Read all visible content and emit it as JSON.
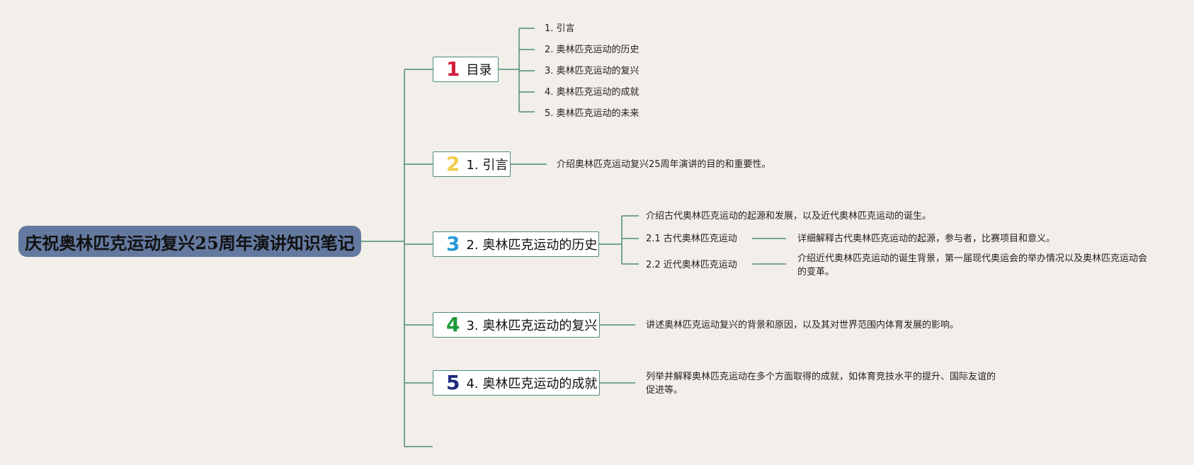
{
  "root": {
    "title": "庆祝奥林匹克运动复兴25周年演讲知识笔记"
  },
  "branches": [
    {
      "number": "1",
      "label": "目录",
      "color": "#d21f3c",
      "children": [
        "1. 引言",
        "2. 奥林匹克运动的历史",
        "3. 奥林匹克运动的复兴",
        "4. 奥林匹克运动的成就",
        "5. 奥林匹克运动的未来"
      ]
    },
    {
      "number": "2",
      "label": "1. 引言",
      "color": "#f0cd4a",
      "children": [
        "介绍奥林匹克运动复兴25周年演讲的目的和重要性。"
      ]
    },
    {
      "number": "3",
      "label": "2. 奥林匹克运动的历史",
      "color": "#2a9bd8",
      "intro": "介绍古代奥林匹克运动的起源和发展，以及近代奥林匹克运动的诞生。",
      "subsections": [
        {
          "label": "2.1 古代奥林匹克运动",
          "detail": "详细解释古代奥林匹克运动的起源，参与者，比赛项目和意义。"
        },
        {
          "label": "2.2 近代奥林匹克运动",
          "detail": "介绍近代奥林匹克运动的诞生背景，第一届现代奥运会的举办情况以及奥林匹克运动会的变革。"
        }
      ]
    },
    {
      "number": "4",
      "label": "3. 奥林匹克运动的复兴",
      "color": "#1a9a3a",
      "children": [
        "讲述奥林匹克运动复兴的背景和原因，以及其对世界范围内体育发展的影响。"
      ]
    },
    {
      "number": "5",
      "label": "4. 奥林匹克运动的成就",
      "color": "#1d2a7a",
      "children": [
        "列举并解释奥林匹克运动在多个方面取得的成就，如体育竞技水平的提升、国际友谊的促进等。"
      ]
    }
  ]
}
